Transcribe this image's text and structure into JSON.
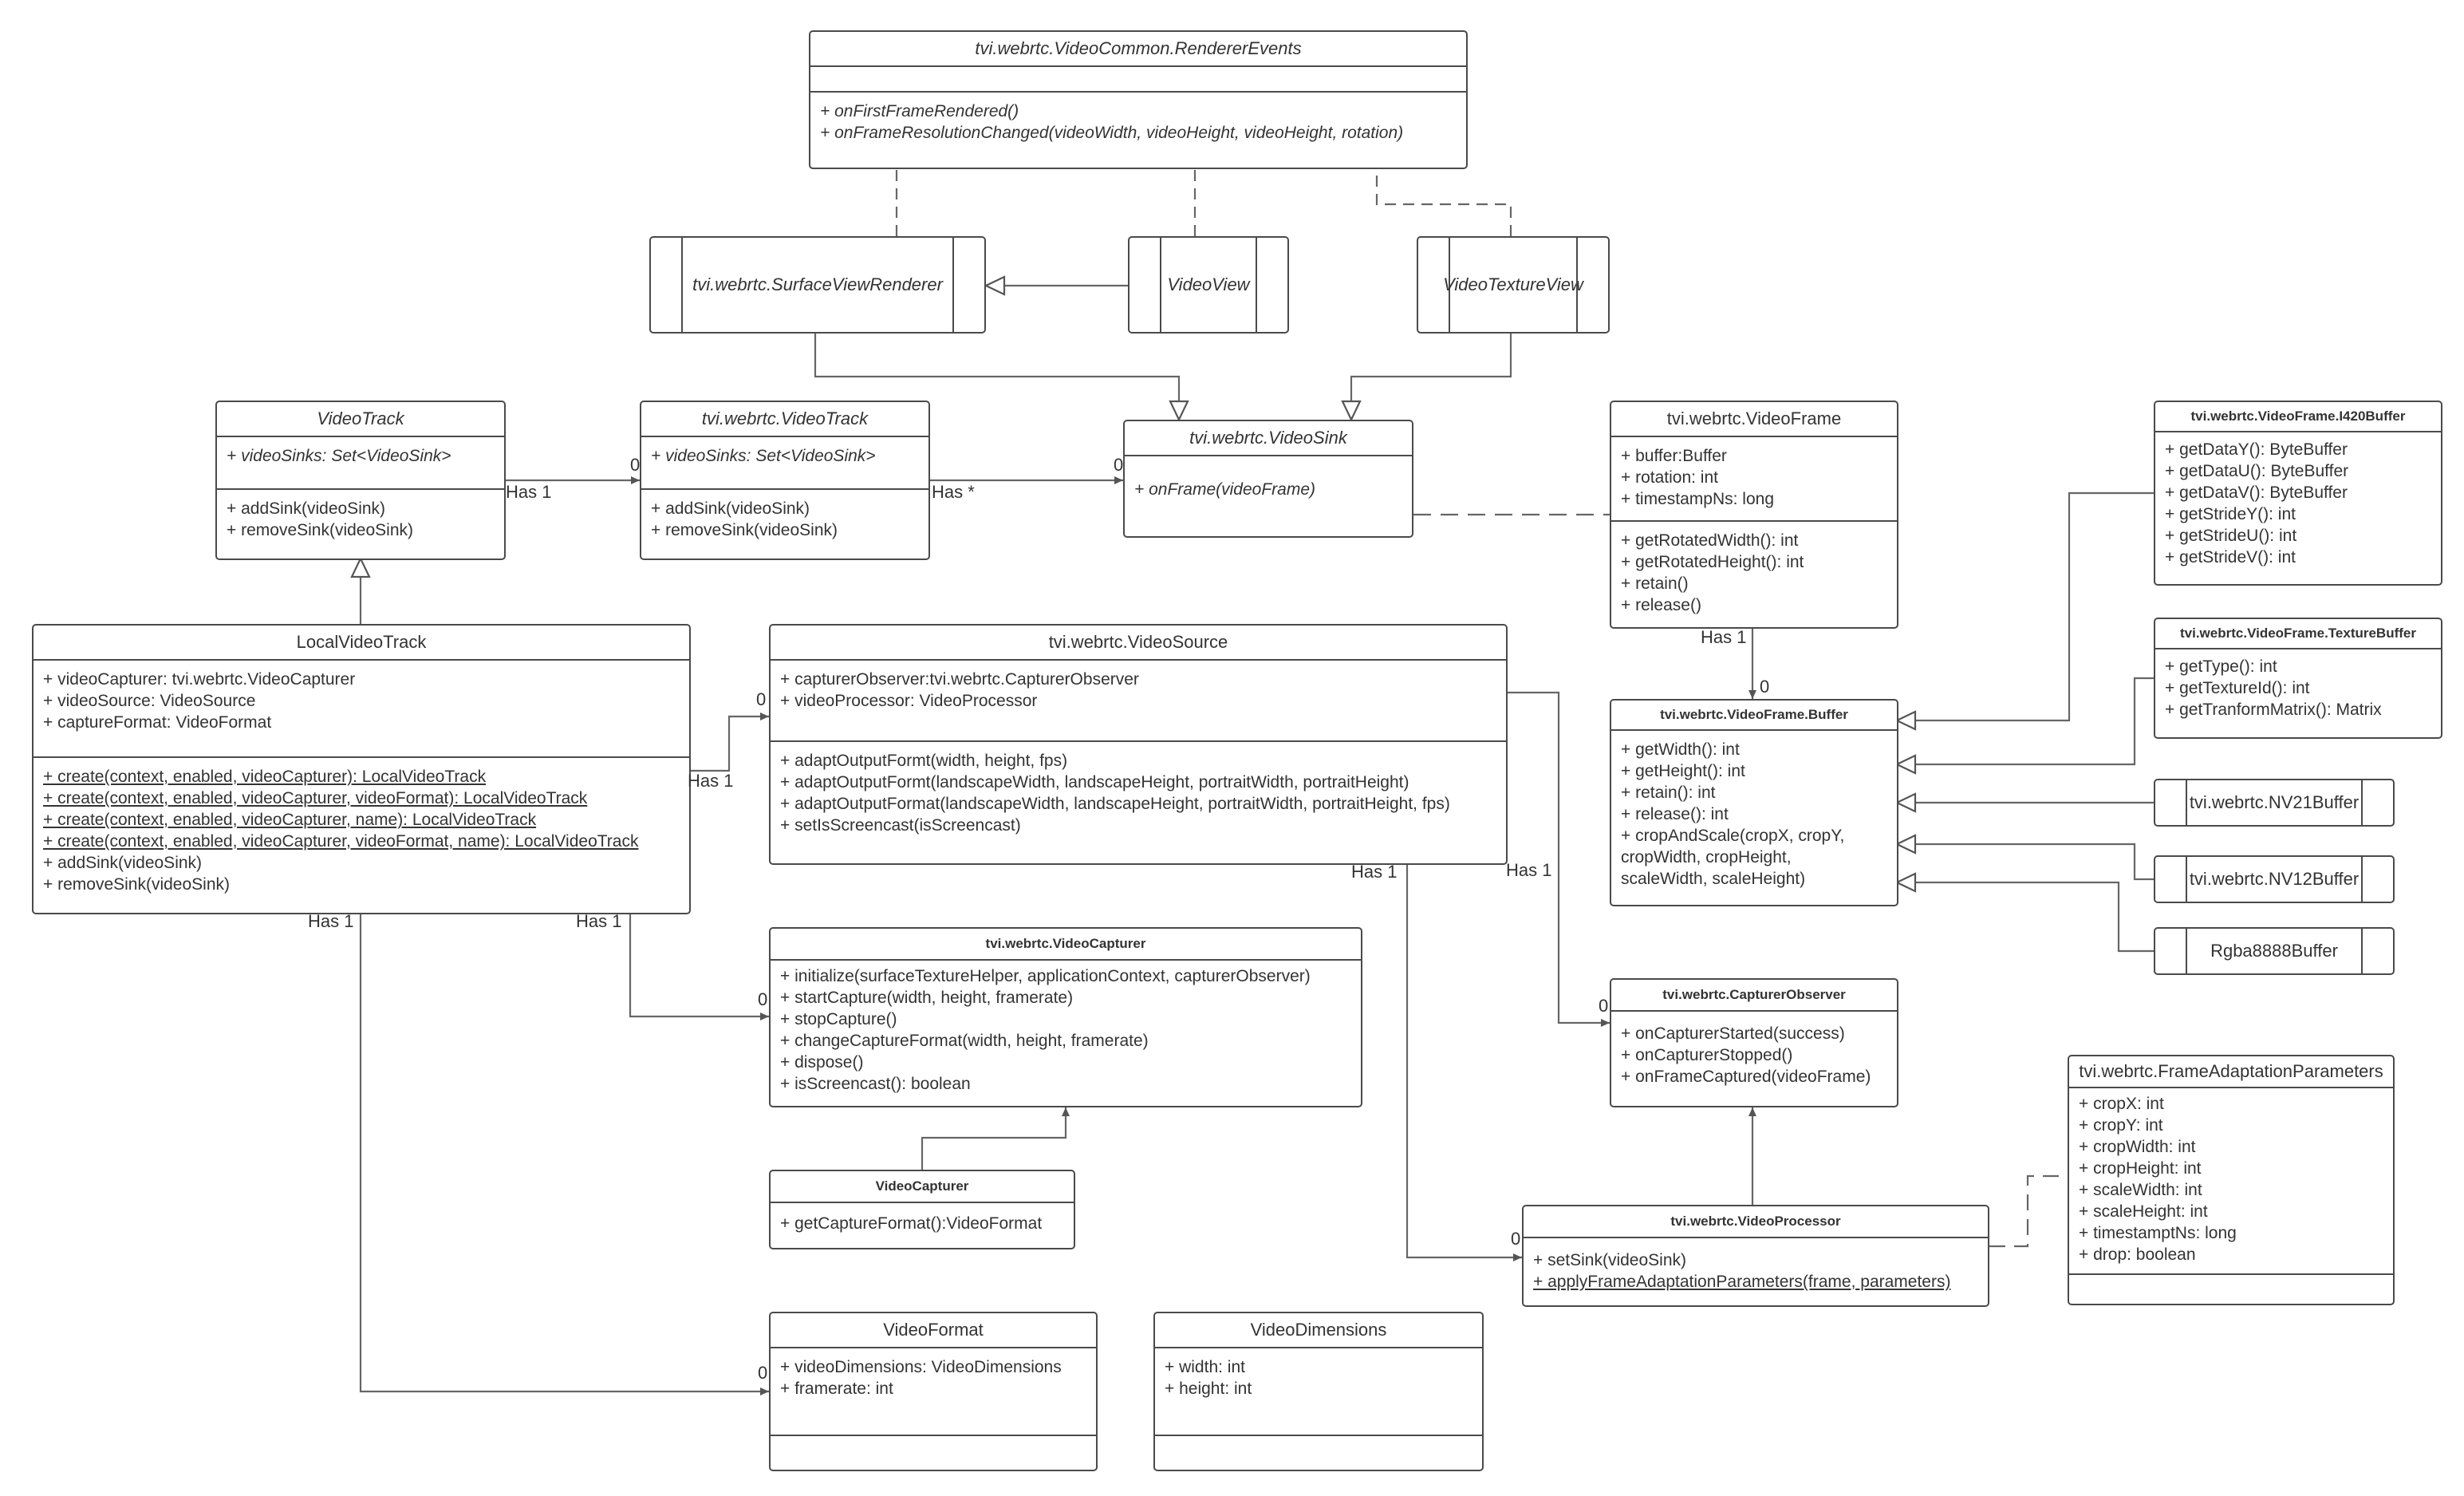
{
  "classes": {
    "renderer_events": {
      "name": "tvi.webrtc.VideoCommon.RendererEvents",
      "attributes": [],
      "operations": [
        "+ onFirstFrameRendered()",
        "+ onFrameResolutionChanged(videoWidth, videoHeight, videoHeight, rotation)"
      ]
    },
    "surface_view_renderer": {
      "name": "tvi.webrtc.SurfaceViewRenderer"
    },
    "video_view": {
      "name": "VideoView"
    },
    "video_texture_view": {
      "name": "VideoTextureView"
    },
    "video_track": {
      "name": "VideoTrack",
      "attributes": [
        "+ videoSinks: Set<VideoSink>"
      ],
      "operations": [
        "+ addSink(videoSink)",
        "+ removeSink(videoSink)"
      ]
    },
    "webrtc_video_track": {
      "name": "tvi.webrtc.VideoTrack",
      "attributes": [
        "+ videoSinks: Set<VideoSink>"
      ],
      "operations": [
        "+ addSink(videoSink)",
        "+ removeSink(videoSink)"
      ]
    },
    "video_sink": {
      "name": "tvi.webrtc.VideoSink",
      "attributes": [],
      "operations": [
        "+ onFrame(videoFrame)"
      ]
    },
    "video_frame": {
      "name": "tvi.webrtc.VideoFrame",
      "attributes": [
        "+ buffer:Buffer",
        "+ rotation: int",
        "+ timestampNs: long"
      ],
      "operations": [
        "+ getRotatedWidth(): int",
        "+ getRotatedHeight(): int",
        "+ retain()",
        "+ release()"
      ]
    },
    "i420_buffer": {
      "name": "tvi.webrtc.VideoFrame.I420Buffer",
      "operations": [
        "+ getDataY(): ByteBuffer",
        "+ getDataU(): ByteBuffer",
        "+ getDataV(): ByteBuffer",
        "+ getStrideY(): int",
        "+ getStrideU(): int",
        "+ getStrideV(): int"
      ]
    },
    "texture_buffer": {
      "name": "tvi.webrtc.VideoFrame.TextureBuffer",
      "operations": [
        "+ getType(): int",
        "+ getTextureId(): int",
        "+ getTranformMatrix(): Matrix"
      ]
    },
    "local_video_track": {
      "name": "LocalVideoTrack",
      "attributes": [
        "+ videoCapturer: tvi.webrtc.VideoCapturer",
        "+ videoSource: VideoSource",
        "+ captureFormat: VideoFormat"
      ],
      "operations": [
        "+ create(context, enabled, videoCapturer): LocalVideoTrack",
        "+ create(context, enabled, videoCapturer, videoFormat): LocalVideoTrack",
        "+ create(context, enabled, videoCapturer, name): LocalVideoTrack",
        "+ create(context, enabled, videoCapturer, videoFormat, name): LocalVideoTrack",
        "+ addSink(videoSink)",
        "+ removeSink(videoSink)"
      ]
    },
    "video_source": {
      "name": "tvi.webrtc.VideoSource",
      "attributes": [
        "+ capturerObserver:tvi.webrtc.CapturerObserver",
        "+ videoProcessor: VideoProcessor"
      ],
      "operations": [
        "+ adaptOutputFormt(width, height, fps)",
        "+ adaptOutputFormt(landscapeWidth, landscapeHeight, portraitWidth, portraitHeight)",
        "+ adaptOutputFormat(landscapeWidth, landscapeHeight, portraitWidth, portraitHeight, fps)",
        "+ setIsScreencast(isScreencast)"
      ]
    },
    "video_frame_buffer": {
      "name": "tvi.webrtc.VideoFrame.Buffer",
      "operations": [
        "+ getWidth(): int",
        "+ getHeight(): int",
        "+ retain(): int",
        "+ release(): int",
        "+ cropAndScale(cropX, cropY,",
        "cropWidth, cropHeight,",
        "scaleWidth, scaleHeight)"
      ]
    },
    "nv21_buffer": {
      "name": "tvi.webrtc.NV21Buffer"
    },
    "nv12_buffer": {
      "name": "tvi.webrtc.NV12Buffer"
    },
    "rgba_buffer": {
      "name": "Rgba8888Buffer"
    },
    "webrtc_video_capturer": {
      "name": "tvi.webrtc.VideoCapturer",
      "operations": [
        "+ initialize(surfaceTextureHelper, applicationContext, capturerObserver)",
        "+ startCapture(width, height, framerate)",
        "+ stopCapture()",
        "+ changeCaptureFormat(width, height, framerate)",
        "+ dispose()",
        "+ isScreencast(): boolean"
      ]
    },
    "capturer_observer": {
      "name": "tvi.webrtc.CapturerObserver",
      "operations": [
        "+ onCapturerStarted(success)",
        "+ onCapturerStopped()",
        "+ onFrameCaptured(videoFrame)"
      ]
    },
    "frame_adaptation_parameters": {
      "name": "tvi.webrtc.FrameAdaptationParameters",
      "attributes": [
        "+ cropX: int",
        "+ cropY: int",
        "+ cropWidth: int",
        "+ cropHeight: int",
        "+ scaleWidth: int",
        "+ scaleHeight: int",
        "+ timestamptNs: long",
        "+ drop: boolean"
      ],
      "operations": []
    },
    "video_capturer": {
      "name": "VideoCapturer",
      "operations": [
        "+ getCaptureFormat():VideoFormat"
      ]
    },
    "video_processor": {
      "name": "tvi.webrtc.VideoProcessor",
      "operations": [
        "+ setSink(videoSink)",
        "+ applyFrameAdaptationParameters(frame, parameters)"
      ]
    },
    "video_format": {
      "name": "VideoFormat",
      "attributes": [
        "+ videoDimensions: VideoDimensions",
        "+ framerate: int"
      ],
      "operations": []
    },
    "video_dimensions": {
      "name": "VideoDimensions",
      "attributes": [
        "+ width: int",
        "+ height: int"
      ],
      "operations": []
    }
  },
  "labels": {
    "has1_videotrack": "Has 1",
    "zero_webrtc_track": "0",
    "has_star": "Has *",
    "zero_sink": "0",
    "has1_frame": "Has 1",
    "zero_buffer": "0",
    "zero_source": "0",
    "has1_local_source": "Has 1",
    "has1_local_format": "Has 1",
    "has1_local_capturer": "Has 1",
    "zero_capturer": "0",
    "has1_source_processor": "Has 1",
    "has1_source_observer": "Has 1",
    "zero_observer": "0",
    "zero_processor": "0",
    "zero_format": "0"
  }
}
